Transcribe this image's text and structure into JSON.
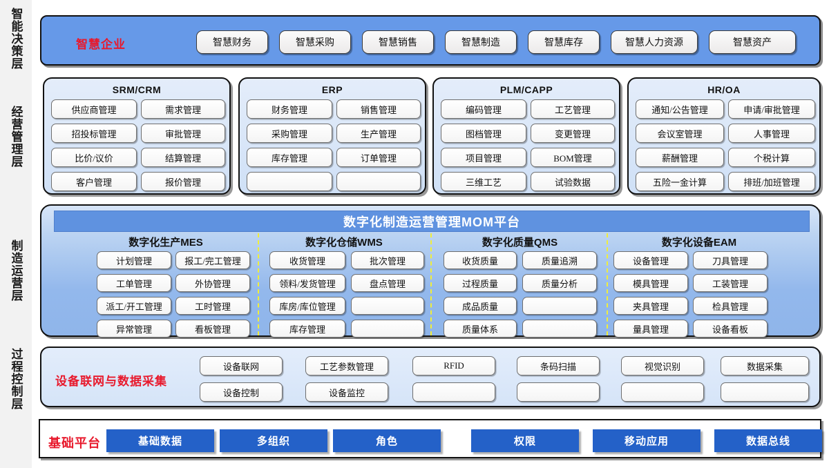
{
  "layers": [
    {
      "label": "智能决策层"
    },
    {
      "label": "经营管理层"
    },
    {
      "label": "制造运营层"
    },
    {
      "label": "过程控制层"
    }
  ],
  "decision_layer": {
    "title": "智慧企业",
    "title_color": "#e8192c",
    "band_color": "#6699e8",
    "buttons": [
      "智慧财务",
      "智慧采购",
      "智慧销售",
      "智慧制造",
      "智慧库存",
      "智慧人力资源",
      "智慧资产"
    ]
  },
  "management_layer": {
    "groups": [
      {
        "title": "SRM/CRM",
        "col1": [
          "供应商管理",
          "招投标管理",
          "比价/议价",
          "客户管理"
        ],
        "col2": [
          "需求管理",
          "审批管理",
          "结算管理",
          "报价管理"
        ]
      },
      {
        "title": "ERP",
        "col1": [
          "财务管理",
          "采购管理",
          "库存管理",
          ""
        ],
        "col2": [
          "销售管理",
          "生产管理",
          "订单管理",
          ""
        ]
      },
      {
        "title": "PLM/CAPP",
        "col1": [
          "编码管理",
          "图档管理",
          "项目管理",
          "三维工艺"
        ],
        "col2": [
          "工艺管理",
          "变更管理",
          "BOM管理",
          "试验数据"
        ]
      },
      {
        "title": "HR/OA",
        "col1": [
          "通知/公告管理",
          "会议室管理",
          "薪酬管理",
          "五险一金计算"
        ],
        "col2": [
          "申请/审批管理",
          "人事管理",
          "个税计算",
          "排班/加班管理"
        ]
      }
    ]
  },
  "mom_layer": {
    "platform_title": "数字化制造运营管理MOM平台",
    "platform_bar_color": "#5f92e0",
    "divider_color": "#f0ee3a",
    "columns": [
      {
        "title": "数字化生产MES",
        "col1": [
          "计划管理",
          "工单管理",
          "派工/开工管理",
          "异常管理"
        ],
        "col2": [
          "报工/完工管理",
          "外协管理",
          "工时管理",
          "看板管理"
        ]
      },
      {
        "title": "数字化仓储WMS",
        "col1": [
          "收货管理",
          "领料/发货管理",
          "库房/库位管理",
          "库存管理"
        ],
        "col2": [
          "批次管理",
          "盘点管理",
          "",
          ""
        ]
      },
      {
        "title": "数字化质量QMS",
        "col1": [
          "收货质量",
          "过程质量",
          "成品质量",
          "质量体系"
        ],
        "col2": [
          "质量追溯",
          "质量分析",
          "",
          ""
        ]
      },
      {
        "title": "数字化设备EAM",
        "col1": [
          "设备管理",
          "模具管理",
          "夹具管理",
          "量具管理"
        ],
        "col2": [
          "刀具管理",
          "工装管理",
          "检具管理",
          "设备看板"
        ]
      }
    ]
  },
  "process_layer": {
    "title": "设备联网与数据采集",
    "title_color": "#e8192c",
    "row1": [
      "设备联网",
      "工艺参数管理",
      "RFID",
      "条码扫描",
      "视觉识别",
      "数据采集"
    ],
    "row2": [
      "设备控制",
      "设备监控",
      "",
      "",
      "",
      ""
    ]
  },
  "base_layer": {
    "title": "基础平台",
    "title_color": "#e8192c",
    "button_color": "#2461c8",
    "buttons": [
      "基础数据",
      "多组织",
      "角色",
      "权限",
      "移动应用",
      "数据总线"
    ]
  }
}
